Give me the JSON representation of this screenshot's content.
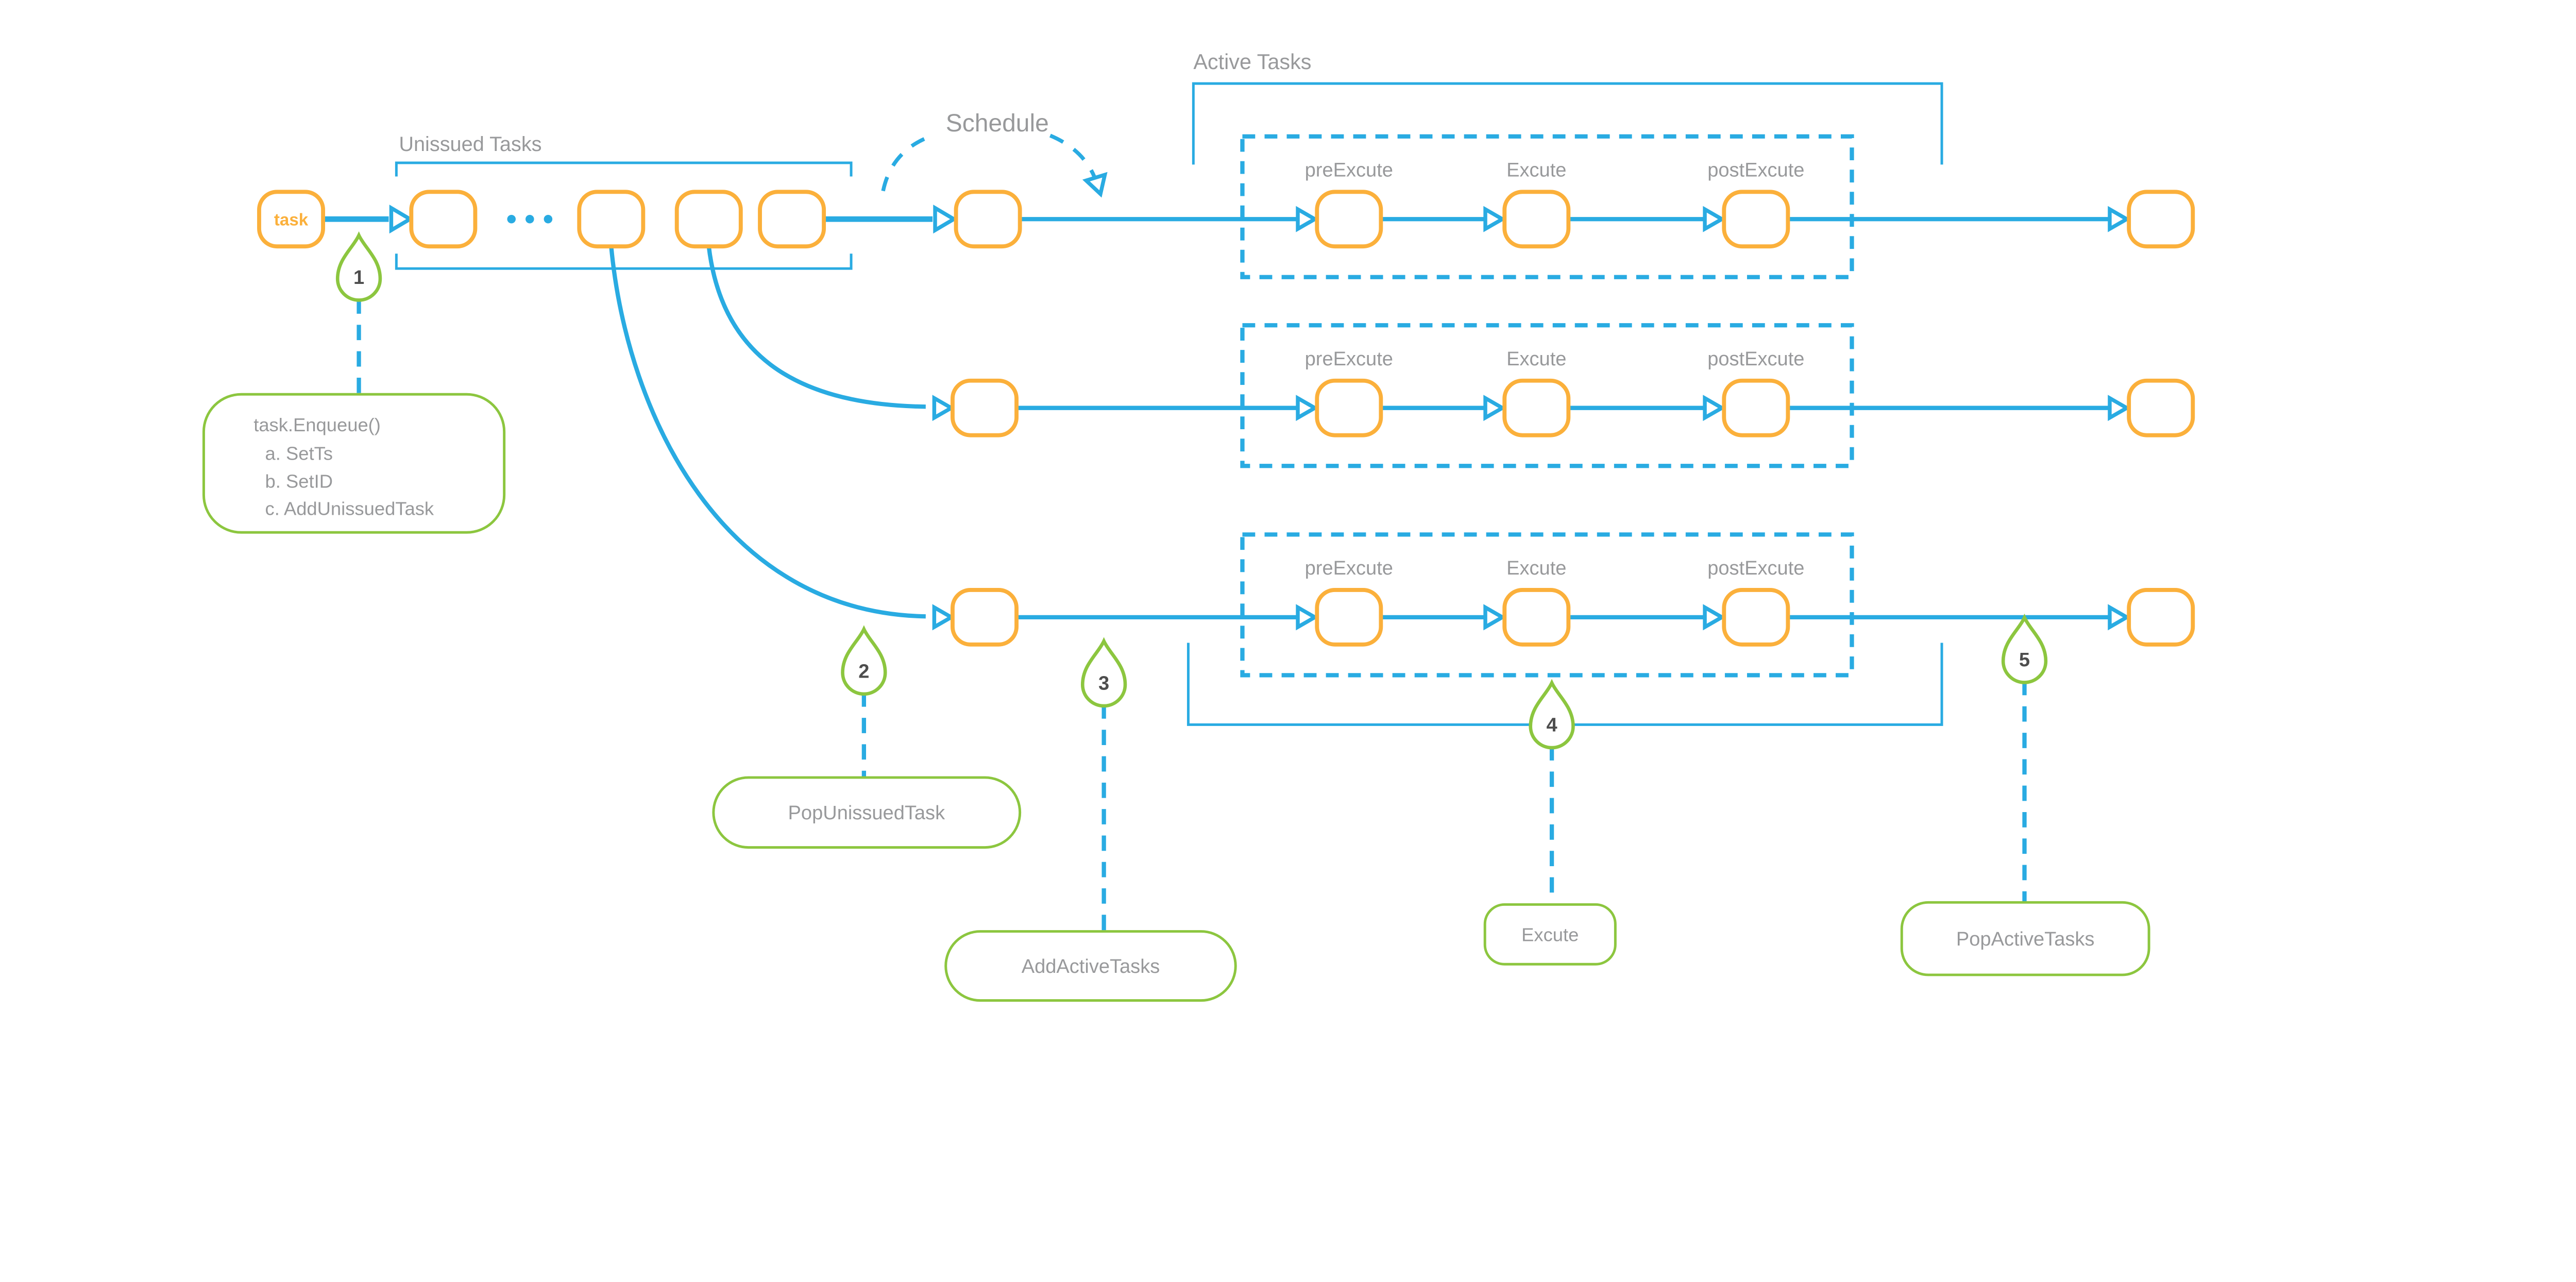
{
  "theme": {
    "blue": "#29ABE2",
    "orange": "#FBB03B",
    "green": "#8CC63F",
    "gray_text": "#98999B",
    "dark_text": "#4D4D4D",
    "background": "#FFFFFF"
  },
  "diagram": {
    "section_labels": {
      "unissued": "Unissued Tasks",
      "schedule": "Schedule",
      "active": "Active Tasks"
    },
    "task_label": "task",
    "stage_labels": {
      "pre": "preExcute",
      "main": "Excute",
      "post": "postExcute"
    },
    "icons": {
      "arrowhead": "open-triangle-arrowhead-icon",
      "marker_pin": "teardrop-pin-icon",
      "queue_ellipsis": "ellipsis-dots-icon"
    },
    "markers": [
      {
        "number": "1",
        "callout_lines": [
          "task.Enqueue()",
          "a. SetTs",
          "b. SetID",
          "c. AddUnissuedTask"
        ]
      },
      {
        "number": "2",
        "callout": "PopUnissuedTask"
      },
      {
        "number": "3",
        "callout": "AddActiveTasks"
      },
      {
        "number": "4",
        "callout": "Excute"
      },
      {
        "number": "5",
        "callout": "PopActiveTasks"
      }
    ]
  }
}
